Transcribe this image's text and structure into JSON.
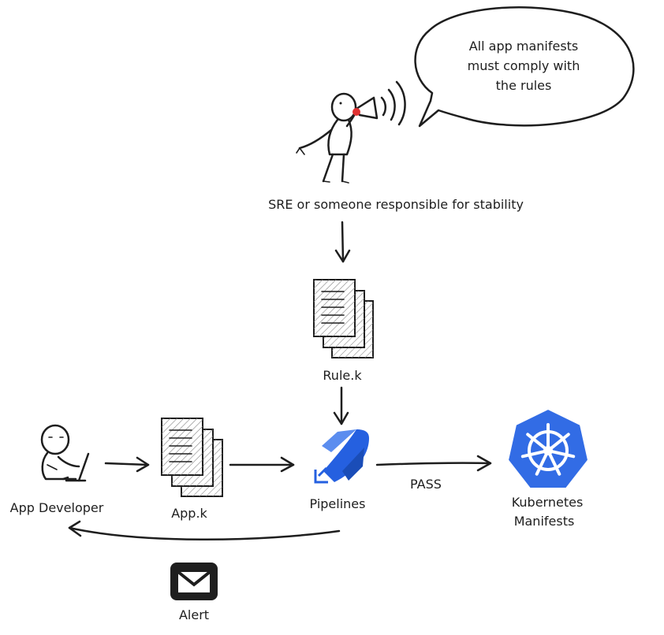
{
  "speech_bubble": {
    "line1": "All app manifests",
    "line2": "must comply with",
    "line3": "the rules"
  },
  "sre": {
    "label": "SRE or someone responsible for stability"
  },
  "rule_file": {
    "label": "Rule.k"
  },
  "app_developer": {
    "label": "App Developer"
  },
  "app_file": {
    "label": "App.k"
  },
  "pipelines": {
    "label": "Pipelines"
  },
  "pass_edge": {
    "label": "PASS"
  },
  "kubernetes": {
    "line1": "Kubernetes",
    "line2": "Manifests"
  },
  "alert": {
    "label": "Alert"
  },
  "colors": {
    "kubernetes_blue": "#326ce5",
    "pipelines_blue": "#2560e0",
    "megaphone_red": "#e03131",
    "ink": "#1e1e1e"
  }
}
